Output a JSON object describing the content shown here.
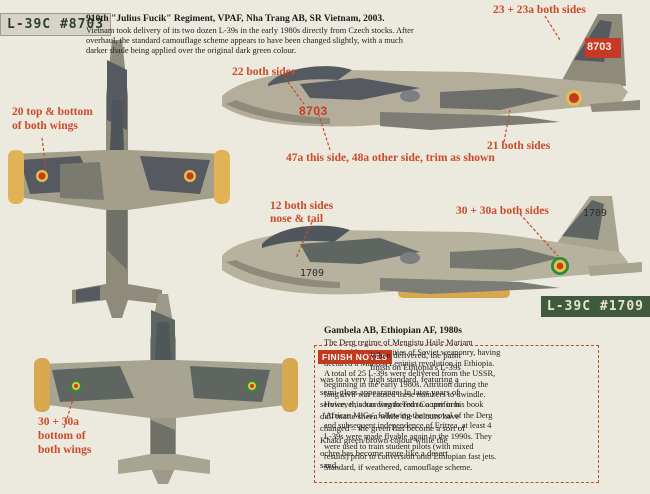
{
  "header_tag_top": "L-39C #8703",
  "header_tag_bottom": "L-39C #1709",
  "top_block": {
    "title": "910th \"Julius Fucik\" Regiment, VPAF, Nha Trang AB, SR Vietnam, 2003.",
    "lines": [
      "Vietnam took delivery of its two dozen L-39s in the early 1980s directly from Czech stocks. After",
      "overhaul, the standard camouflage scheme appears to have been changed slightly, with a much",
      "darker shade being applied over the original dark green colour."
    ]
  },
  "labels": {
    "l23": "23 + 23a both sides",
    "l22": "22 both sides",
    "l20a": "20 top & bottom",
    "l20b": "of both wings",
    "l21": "21 both sides",
    "l47": "47a this side, 48a other side, trim as shown",
    "l12a": "12 both sides",
    "l12b": "nose & tail",
    "l30": "30 + 30a both sides",
    "l30b1": "30 + 30a",
    "l30b2": "bottom of",
    "l30b3": "both wings"
  },
  "serials": {
    "viet_nose": "8703",
    "viet_tail": "8703",
    "eth_nose": "1709",
    "eth_tail": "1709"
  },
  "bottom_block": {
    "title": "Gambela AB, Ethiopian AF, 1980s",
    "lines": [
      "The Derg regime of Mengistu Haile Mariam",
      "acquired large quantities of Soviet weaponry, having",
      "declared a  Marxist-Leninist revolution in Ethiopia.",
      "A total of 25 L-39s were delivered from the USSR,",
      "beginning in the early 1980s. Attrition during the",
      "long civil war caused these numbers to dwindle.",
      "However, according to Tom Cooper in his book",
      "'African MiGs', following the removal of the Derg",
      "and subsequent independence of Eritrea, at least 4",
      "L-39s were made flyable again in the 1990s. They",
      "were used to train student pilots (with mixed",
      "results) prior to conversion onto Ethiopian fast jets.",
      "Standard, if weathered, camouflage scheme."
    ]
  },
  "finish": {
    "badge": "FINISH NOTES",
    "lines": [
      "When delivered, the paint",
      "finish on Ethiopia's L-39s",
      "was to a very high standard, featuring a",
      "semi-gloss appearance. In later years of",
      "service, this has weathered to a uniform",
      "dull matte sheen while the colours have",
      "changed – the green has become a sort of",
      "Khaki green/brown colour while the",
      "ochre has become more like a desert",
      "sand."
    ]
  },
  "colors": {
    "accent": "#cc4a28",
    "camo_dark": "#565a60",
    "camo_mid": "#8e8b7b",
    "camo_light": "#b3ad99",
    "ochre": "#e2b256",
    "tag_green": "#3f5a3c"
  }
}
